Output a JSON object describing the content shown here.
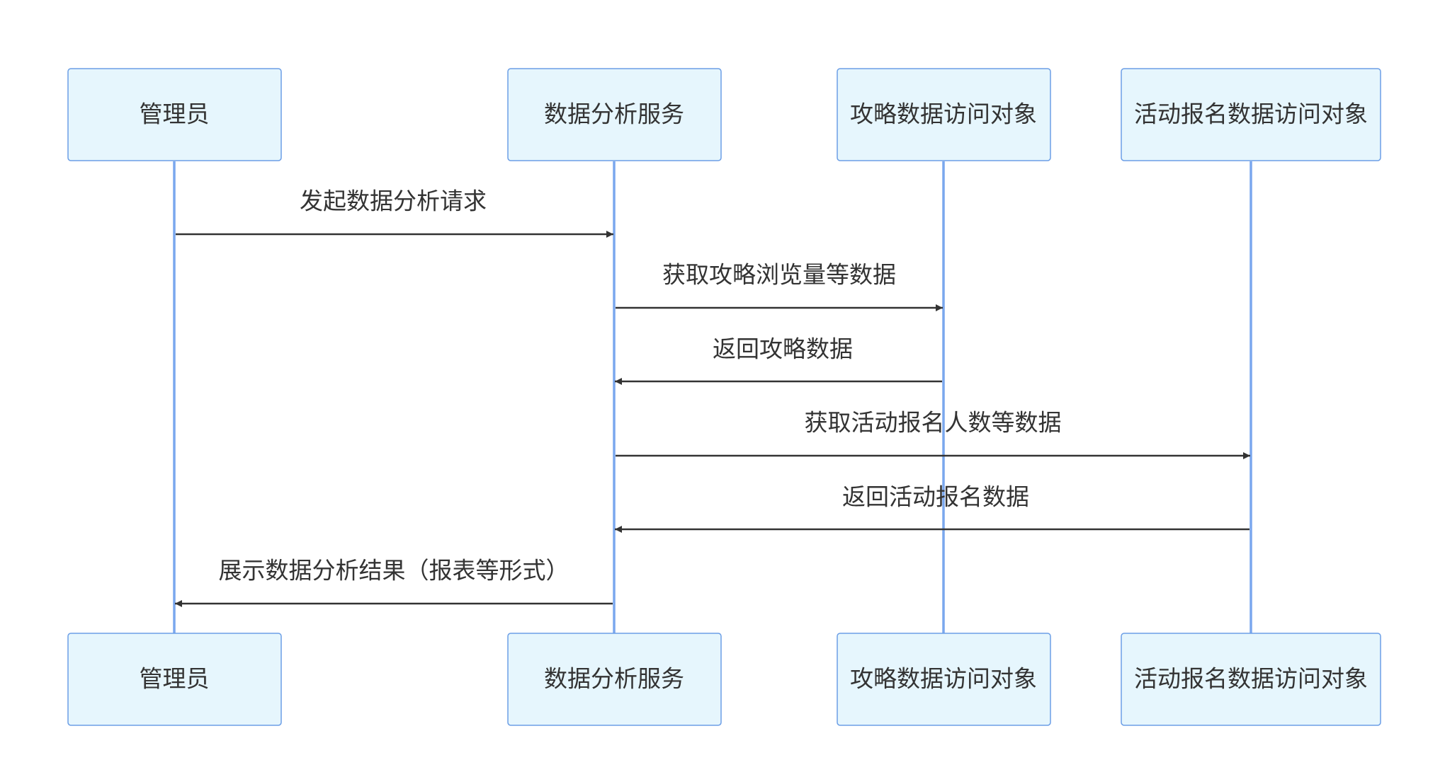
{
  "diagram": {
    "participants": [
      {
        "id": "admin",
        "label": "管理员"
      },
      {
        "id": "analysis",
        "label": "数据分析服务"
      },
      {
        "id": "guide_dao",
        "label": "攻略数据访问对象"
      },
      {
        "id": "signup_dao",
        "label": "活动报名数据访问对象"
      }
    ],
    "messages": [
      {
        "from": "admin",
        "to": "analysis",
        "label": "发起数据分析请求"
      },
      {
        "from": "analysis",
        "to": "guide_dao",
        "label": "获取攻略浏览量等数据"
      },
      {
        "from": "guide_dao",
        "to": "analysis",
        "label": "返回攻略数据"
      },
      {
        "from": "analysis",
        "to": "signup_dao",
        "label": "获取活动报名人数等数据"
      },
      {
        "from": "signup_dao",
        "to": "analysis",
        "label": "返回活动报名数据"
      },
      {
        "from": "analysis",
        "to": "admin",
        "label": "展示数据分析结果（报表等形式）"
      }
    ]
  }
}
